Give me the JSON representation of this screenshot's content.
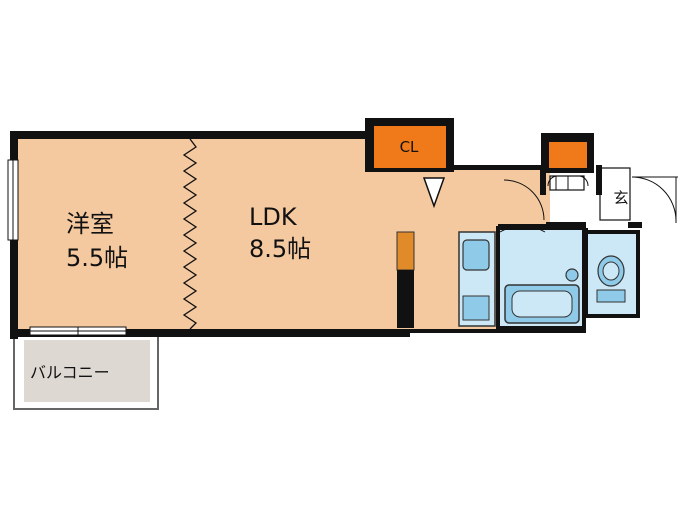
{
  "rooms": {
    "western": {
      "name": "洋室",
      "size": "5.5帖"
    },
    "ldk": {
      "name": "LDK",
      "size": "8.5帖"
    },
    "closet": {
      "label": "CL"
    },
    "entrance": {
      "label": "玄"
    },
    "balcony": {
      "label": "バルコニー"
    }
  },
  "colors": {
    "floor": "#f5c9a0",
    "wall": "#111111",
    "closet": "#f07a1a",
    "wet_area": "#cce8f6",
    "fixture": "#8fcbe8",
    "balcony_floor": "#ded8d2",
    "sliding_door": "#e08a2a"
  }
}
